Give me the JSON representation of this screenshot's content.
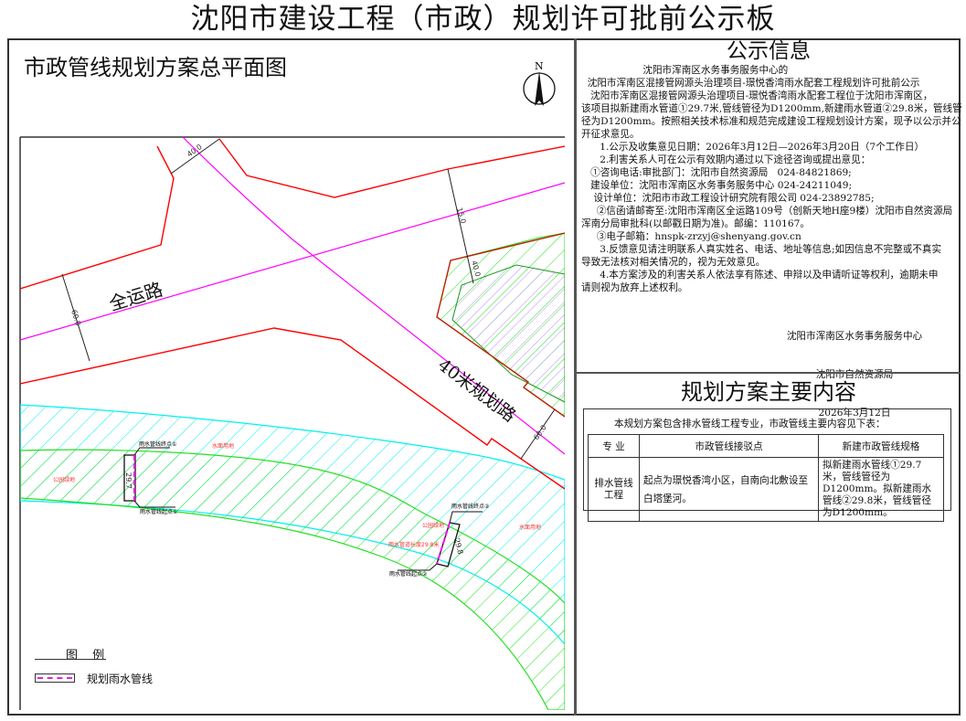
{
  "title": "沈阳市建设工程（市政）规划许可批前公示板",
  "map": {
    "title": "市政管线规划方案总平面图",
    "north": "N",
    "road_labels": [
      "全运路",
      "40米规划路"
    ],
    "dimensions": [
      "40.0",
      "60.0",
      "15.0",
      "40.0",
      "60.0",
      "29.7",
      "29.8"
    ],
    "annotations": {
      "end1": "雨水管线终点①",
      "start1": "雨水管线起点①",
      "end2": "雨水管线终点②",
      "start2": "雨水管线起点②",
      "park1": "公园绿地",
      "water1": "水面用地",
      "park2": "公园绿地",
      "water2": "水面用地",
      "pipe_len2": "雨水管道长度29.8米"
    },
    "legend": {
      "title": "图 例",
      "items": [
        {
          "label": "规划雨水管线",
          "color": "#e020e0"
        }
      ]
    }
  },
  "notice": {
    "title": "公示信息",
    "lines": [
      "                    沈阳市浑南区水务事务服务中心的",
      "  沈阳市浑南区混接管网源头治理项目-璟悦香湾雨水配套工程规划许可批前公示",
      "   沈阳市浑南区混接管网源头治理项目-璟悦香湾雨水配套工程位于沈阳市浑南区，",
      "该项目拟新建雨水管道①29.7米,管线管径为D1200mm,新建雨水管道②29.8米，管线管",
      "径为D1200mm。按照相关技术标准和规范完成建设工程规划设计方案，现予以公示并公",
      "开征求意见。",
      "      1.公示及收集意见日期：2026年3月12日—2026年3月20日（7个工作日）",
      "      2.利害关系人可在公示有效期内通过以下途径咨询或提出意见：",
      "   ①咨询电话:审批部门：沈阳市自然资源局   024-84821869;",
      "   建设单位：沈阳市浑南区水务事务服务中心 024-24211049;",
      "    设计单位：沈阳市市政工程设计研究院有限公司 024-23892785;",
      "     ②信函请邮寄至:沈阳市浑南区全运路109号（创新天地H座9楼）沈阳市自然资源局",
      "浑南分局审批科(以邮戳日期为准)。邮编：110167。",
      "     ③电子邮箱：hnspk-zrzyj@shenyang.gov.cn",
      "      3.反馈意见请注明联系人真实姓名、电话、地址等信息;如因信息不完整或不真实",
      "导致无法核对相关情况的，视为无效意见。",
      "      4.本方案涉及的利害关系人依法享有陈述、申辩以及申请听证等权利，逾期未申",
      "请则视为放弃上述权利。"
    ],
    "signature": [
      "沈阳市浑南区水务事务服务中心",
      "沈阳市自然资源局",
      "2026年3月12日"
    ]
  },
  "plan": {
    "title": "规划方案主要内容",
    "intro": "本规划方案包含排水管线工程专业，市政管线主要内容见下表：",
    "table": {
      "headers": [
        "专  业",
        "市政管线接驳点",
        "新建市政管线规格"
      ],
      "rows": [
        [
          "排水管线工程",
          "起点为璟悦香湾小区，自南向北敷设至白塔堡河。",
          "拟新建雨水管线①29.7米，管线管径为D1200mm。拟新建雨水管线②29.8米，管线管径为D1200mm。"
        ]
      ]
    }
  }
}
